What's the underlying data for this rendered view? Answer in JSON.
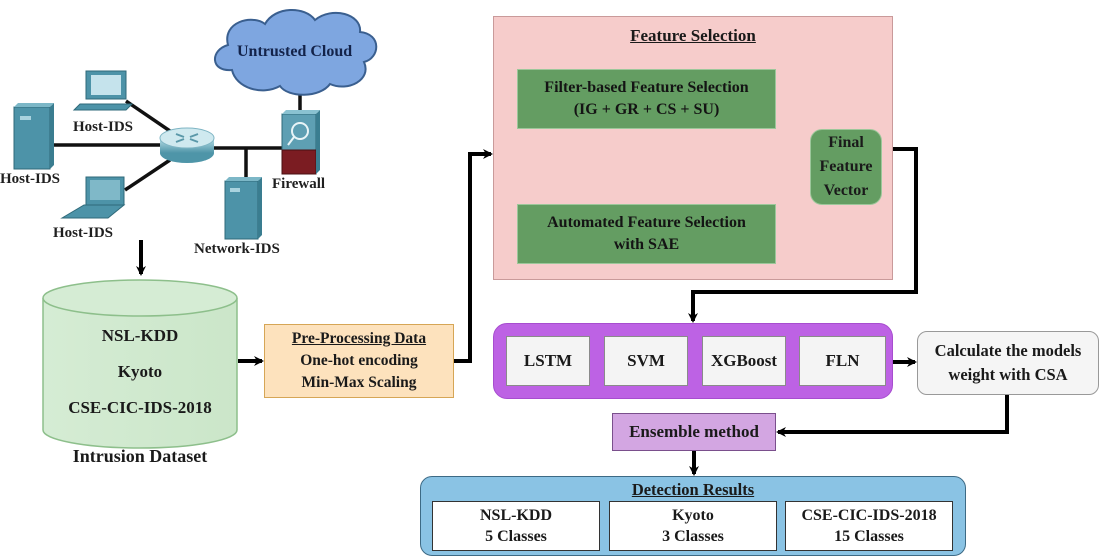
{
  "network": {
    "cloud_label": "Untrusted Cloud",
    "host_ids_top": "Host-IDS",
    "host_ids_left": "Host-IDS",
    "host_ids_bottom": "Host-IDS",
    "firewall": "Firewall",
    "network_ids": "Network-IDS",
    "icons": [
      "desktop-icon",
      "server-icon",
      "laptop-icon",
      "router-icon",
      "firewall-icon",
      "cloud-icon"
    ]
  },
  "dataset": {
    "items": [
      "NSL-KDD",
      "Kyoto",
      "CSE-CIC-IDS-2018"
    ],
    "caption": "Intrusion Dataset"
  },
  "preprocessing": {
    "title": "Pre-Processing Data",
    "lines": [
      "One-hot encoding",
      "Min-Max Scaling"
    ]
  },
  "feature_selection": {
    "title": "Feature Selection",
    "filter": [
      "Filter-based Feature Selection",
      "(IG + GR + CS + SU)"
    ],
    "automated": [
      "Automated Feature Selection",
      "with SAE"
    ],
    "final": [
      "Final",
      "Feature",
      "Vector"
    ]
  },
  "models": [
    "LSTM",
    "SVM",
    "XGBoost",
    "FLN"
  ],
  "weighting": [
    "Calculate the models",
    "weight with CSA"
  ],
  "ensemble": "Ensemble method",
  "detection": {
    "title": "Detection Results",
    "results": [
      {
        "dataset": "NSL-KDD",
        "classes": "5 Classes"
      },
      {
        "dataset": "Kyoto",
        "classes": "3 Classes"
      },
      {
        "dataset": "CSE-CIC-IDS-2018",
        "classes": "15 Classes"
      }
    ]
  },
  "colors": {
    "feature_panel": "#f6cccb",
    "feature_box": "#649d62",
    "dataset": "#d5ecd4",
    "preprocessing": "#fde2bd",
    "models_panel": "#bd62e4",
    "ensemble": "#d3a6e2",
    "detection": "#8ac3e4",
    "cloud": "#7ea6e0",
    "device": "#4d93a8"
  }
}
